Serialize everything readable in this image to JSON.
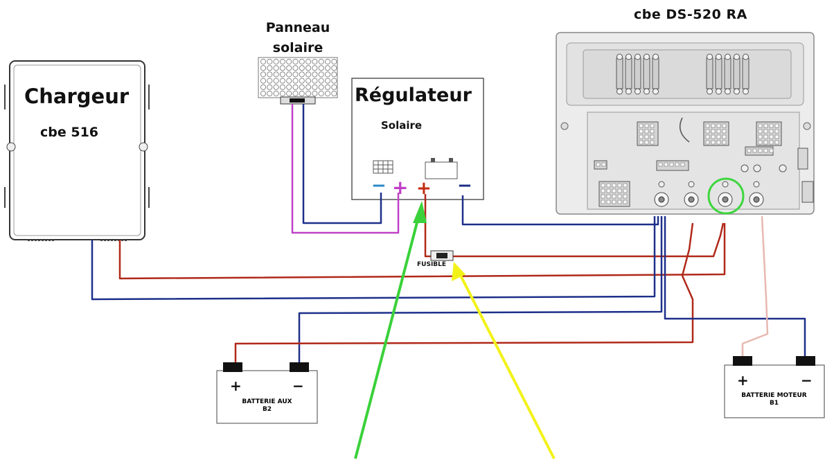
{
  "solar_panel": {
    "label_line1": "Panneau",
    "label_line2": "solaire"
  },
  "cbe_unit": {
    "label": "cbe DS-520 RA"
  },
  "charger": {
    "title": "Chargeur",
    "model": "cbe 516"
  },
  "regulator": {
    "title": "Régulateur",
    "subtitle": "Solaire",
    "terminals": [
      "−",
      "+",
      "+",
      "−"
    ]
  },
  "fuse": {
    "label": "FUSIBLE"
  },
  "battery_aux": {
    "plus": "+",
    "minus": "−",
    "name": "BATTERIE AUX",
    "code": "B2"
  },
  "battery_motor": {
    "plus": "+",
    "minus": "−",
    "name": "BATTERIE MOTEUR",
    "code": "B1"
  },
  "colors": {
    "wire_red": "#b02818",
    "wire_blue": "#1d2f8a",
    "wire_magenta": "#c040c8",
    "arrow_green": "#3ad13a",
    "arrow_yellow": "#f2f21a",
    "highlight_circle": "#3cd63c",
    "wire_pink": "#e8b8b0"
  }
}
